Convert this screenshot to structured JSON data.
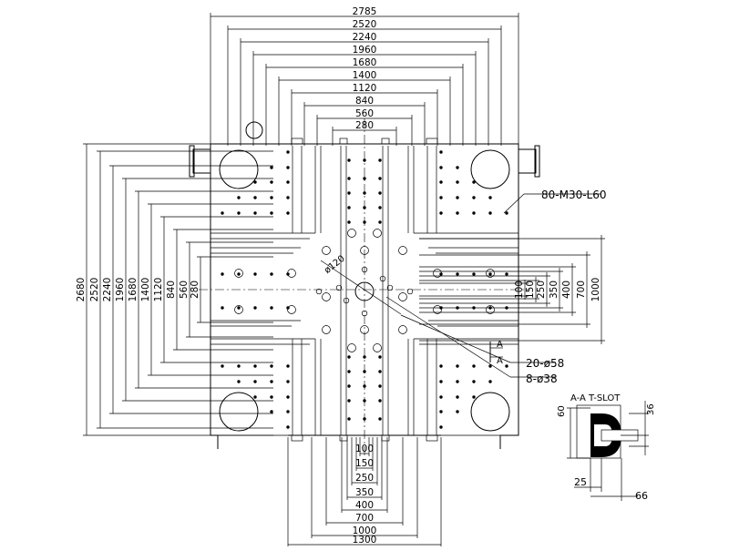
{
  "drawing": {
    "top_dims": [
      "2785",
      "2520",
      "2240",
      "1960",
      "1680",
      "1400",
      "1120",
      "840",
      "560",
      "280"
    ],
    "left_dims": [
      "2680",
      "2520",
      "2240",
      "1960",
      "1680",
      "1400",
      "1120",
      "840",
      "560",
      "280"
    ],
    "right_dims": [
      "100",
      "150",
      "250",
      "350",
      "400",
      "700",
      "1000"
    ],
    "bottom_dims": [
      "100",
      "150",
      "250",
      "350",
      "400",
      "700",
      "1000",
      "1300"
    ],
    "callouts": {
      "tapped_holes": "80-M30-L60",
      "holes_58": "20-ø58",
      "holes_38": "8-ø38",
      "center_hole": "ø120"
    },
    "section": {
      "marker": "A",
      "title": "A-A T-SLOT",
      "dims": [
        "60",
        "36",
        "25",
        "66"
      ]
    }
  }
}
